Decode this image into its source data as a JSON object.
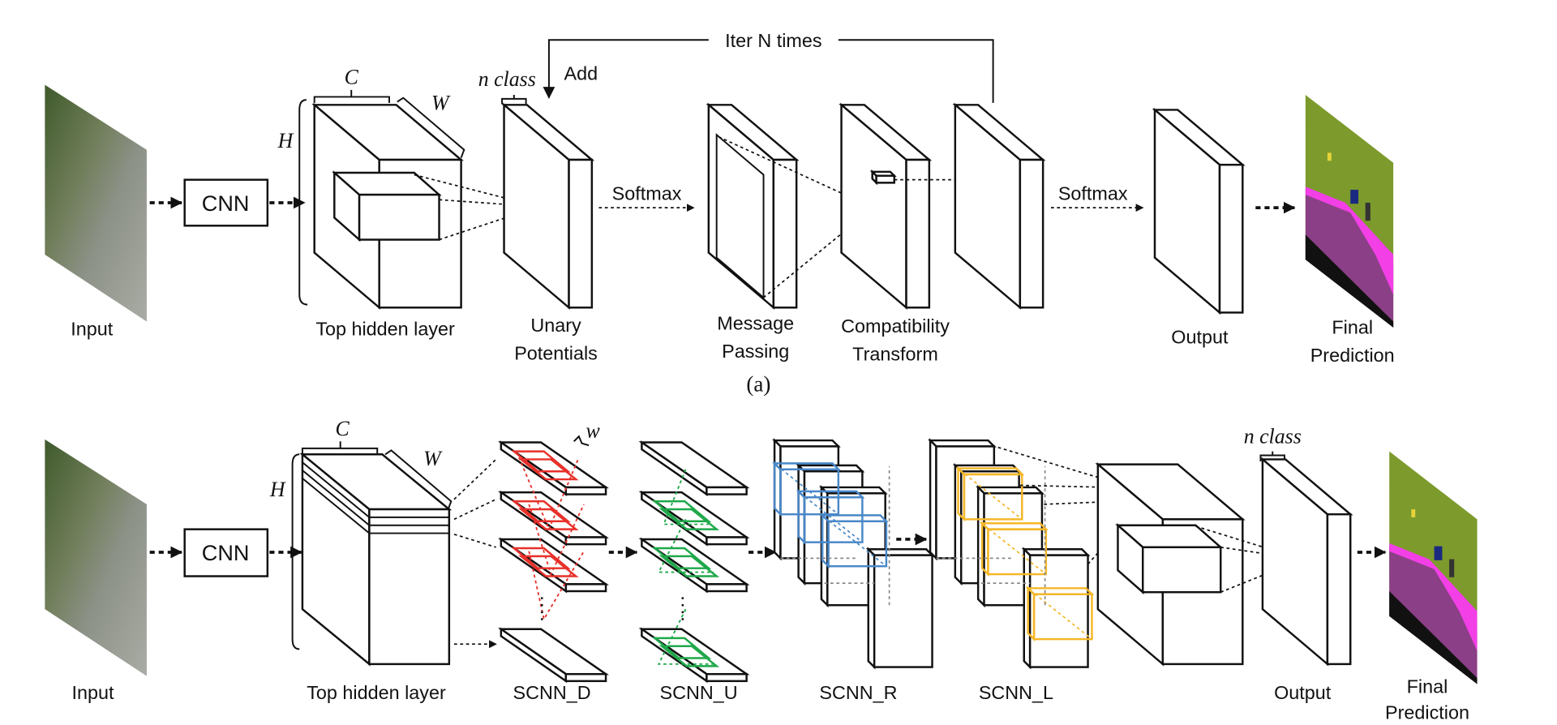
{
  "panel_a": {
    "input_label": "Input",
    "cnn_label": "CNN",
    "hidden_label": "Top hidden layer",
    "dim_c": "C",
    "dim_w": "W",
    "dim_h": "H",
    "n_class": "n class",
    "add_label": "Add",
    "iter_label": "Iter N times",
    "unary_line1": "Unary",
    "unary_line2": "Potentials",
    "softmax1": "Softmax",
    "message_line1": "Message",
    "message_line2": "Passing",
    "compat_line1": "Compatibility",
    "compat_line2": "Transform",
    "softmax2": "Softmax",
    "output_label": "Output",
    "final_line1": "Final",
    "final_line2": "Prediction",
    "caption": "(a)"
  },
  "panel_b": {
    "input_label": "Input",
    "cnn_label": "CNN",
    "hidden_label": "Top hidden layer",
    "dim_c": "C",
    "dim_w": "W",
    "dim_h": "H",
    "dim_small_w": "w",
    "scnn_d": "SCNN_D",
    "scnn_u": "SCNN_U",
    "scnn_r": "SCNN_R",
    "scnn_l": "SCNN_L",
    "n_class": "n class",
    "output_label": "Output",
    "final_line1": "Final",
    "final_line2": "Prediction"
  },
  "colors": {
    "scnn_d": "#e8302a",
    "scnn_u": "#1fa84a",
    "scnn_r": "#4a88c8",
    "scnn_l": "#f5b728",
    "pred_sky": "#7d9a2c",
    "pred_road": "#8b3f86",
    "pred_sidewalk": "#f23fe6"
  }
}
